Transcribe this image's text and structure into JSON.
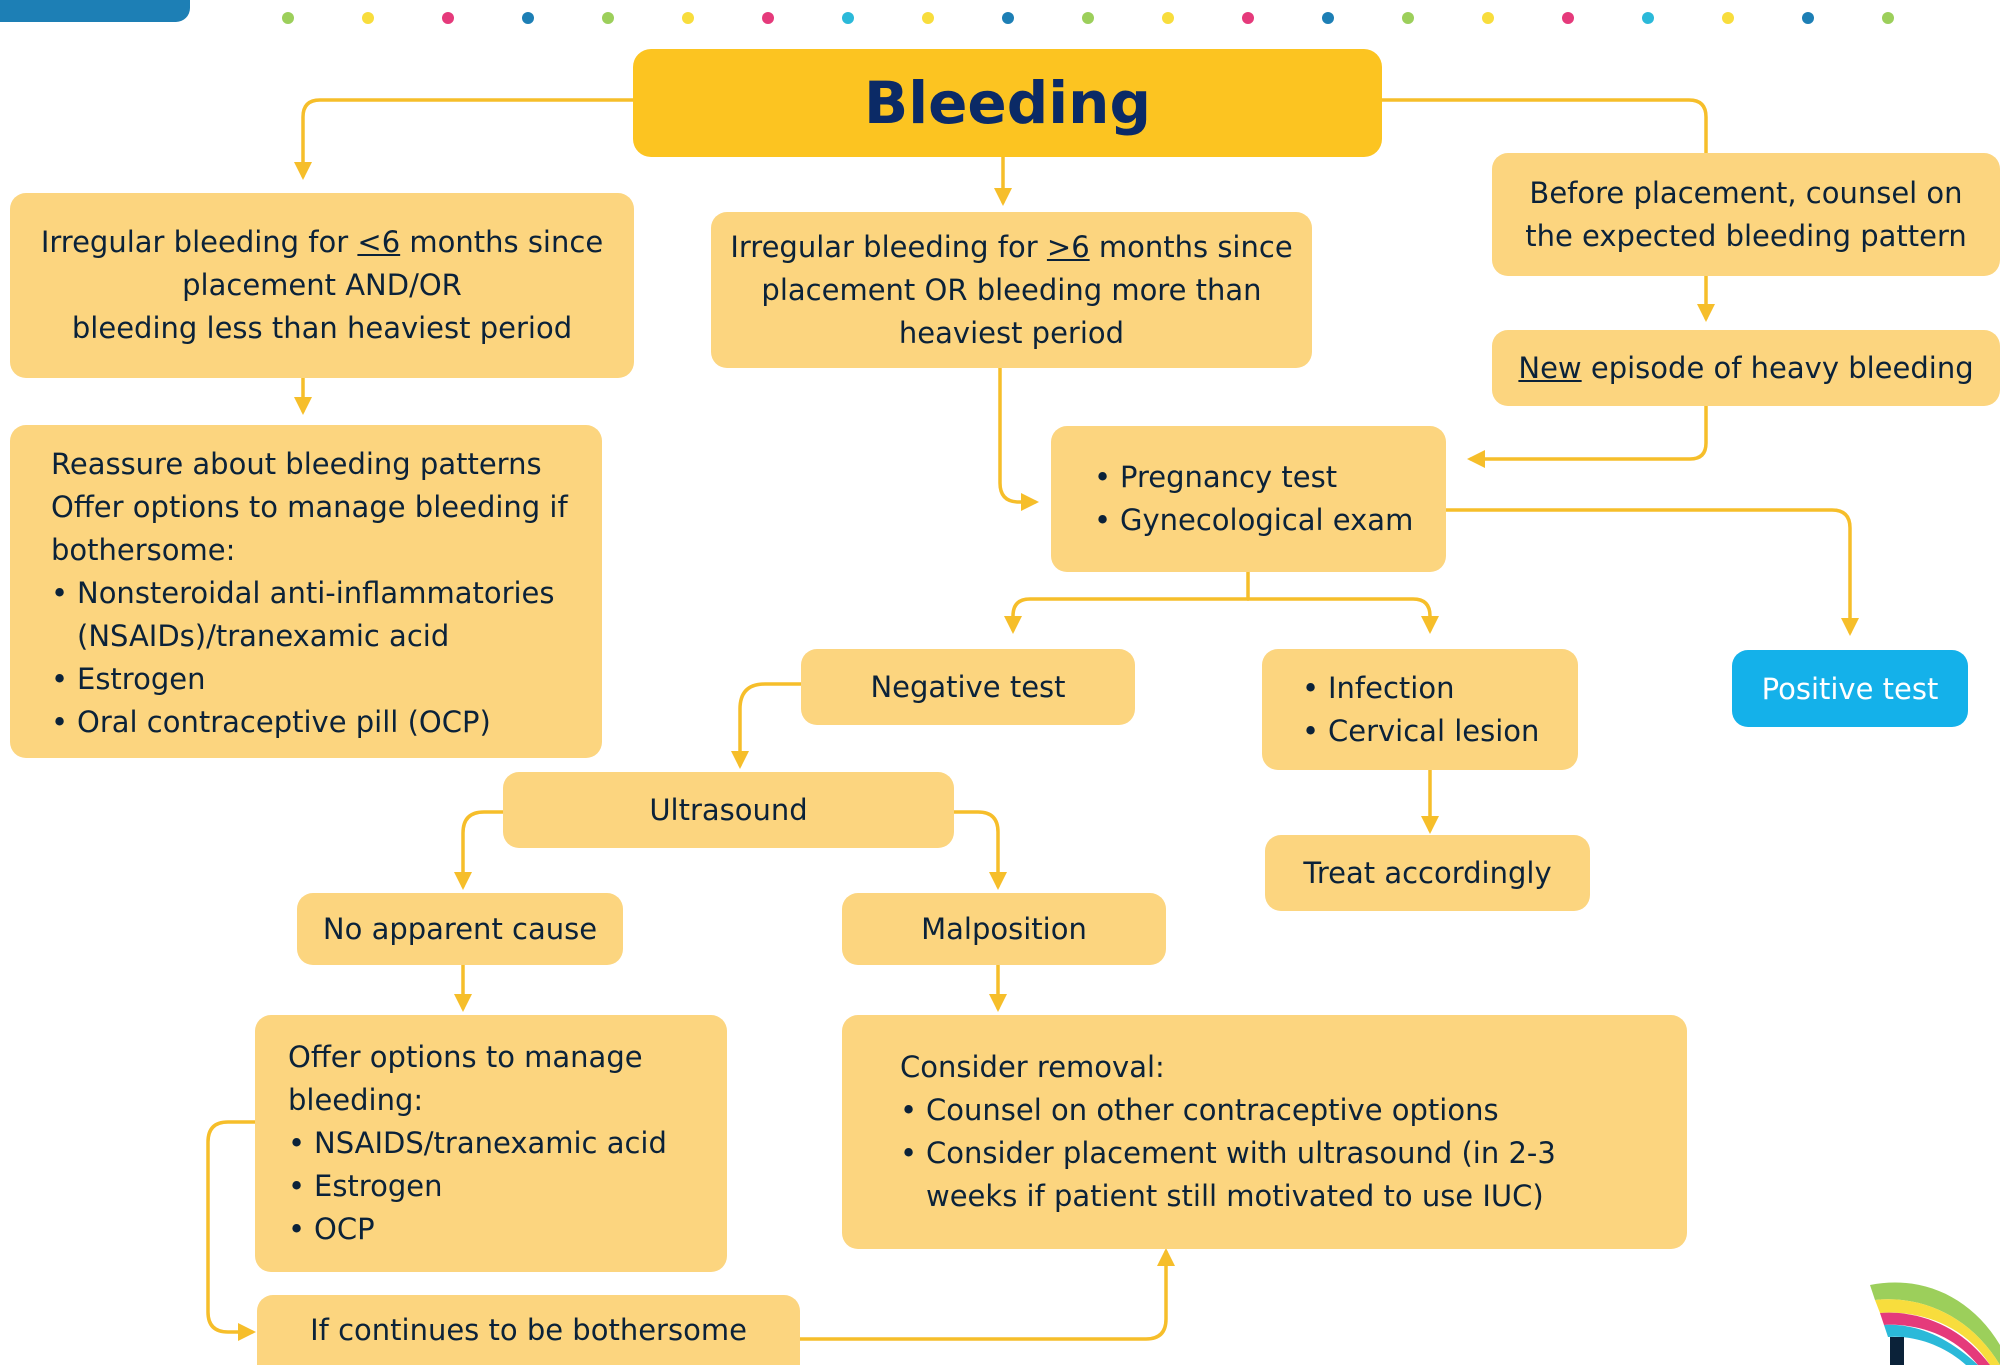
{
  "title": "Bleeding",
  "decor": {
    "dot_colors": [
      "#9ccf5b",
      "#f8dd3d",
      "#e53a7b",
      "#1d7fb5",
      "#9ccf5b",
      "#f8dd3d",
      "#e53a7b",
      "#2bb9d9",
      "#f8dd3d",
      "#1d7fb5",
      "#9ccf5b",
      "#f8dd3d",
      "#e53a7b",
      "#1d7fb5",
      "#9ccf5b",
      "#f8dd3d",
      "#e53a7b",
      "#2bb9d9",
      "#f8dd3d",
      "#1d7fb5",
      "#9ccf5b"
    ],
    "tab_color": "#1d7fb5",
    "arrow_color": "#f6be2a",
    "box_color": "#fcd57f",
    "title_color": "#fcc421",
    "positive_color": "#14b1ea",
    "logo": "iuc-logo-icon"
  },
  "nodes": {
    "irreg_lt6": {
      "pre": "Irregular bleeding for ",
      "under": "<6",
      "post": " months since",
      "line2": "placement AND/OR",
      "line3": "bleeding less than heaviest period"
    },
    "irreg_gt6": {
      "pre": "Irregular bleeding for ",
      "under": ">6",
      "post": " months since",
      "line2": "placement OR bleeding more than",
      "line3": "heaviest period"
    },
    "counsel": {
      "line1": "Before placement, counsel on",
      "line2": "the expected bleeding pattern"
    },
    "new_episode": {
      "under": "New",
      "post": " episode of heavy bleeding"
    },
    "reassure": {
      "line1": "Reassure about bleeding patterns",
      "line2": "Offer options to manage bleeding if",
      "line3": "bothersome:",
      "bullets": [
        "Nonsteroidal anti-inflammatories (NSAIDs)/tranexamic acid",
        "Estrogen",
        "Oral contraceptive pill (OCP)"
      ]
    },
    "tests": {
      "bullets": [
        "Pregnancy test",
        "Gynecological exam"
      ]
    },
    "negative": "Negative test",
    "infection": {
      "bullets": [
        "Infection",
        "Cervical lesion"
      ]
    },
    "positive": "Positive test",
    "ultrasound": "Ultrasound",
    "treat": "Treat accordingly",
    "no_cause": "No apparent cause",
    "malposition": "Malposition",
    "offer": {
      "line1": "Offer options to manage",
      "line2": "bleeding:",
      "bullets": [
        "NSAIDS/tranexamic acid",
        "Estrogen",
        "OCP"
      ]
    },
    "removal": {
      "line1": "Consider removal:",
      "bullets": [
        "Counsel on other contraceptive options",
        "Consider placement with ultrasound (in 2-3 weeks if patient still motivated to use IUC)"
      ]
    },
    "continues": "If continues to be bothersome"
  }
}
